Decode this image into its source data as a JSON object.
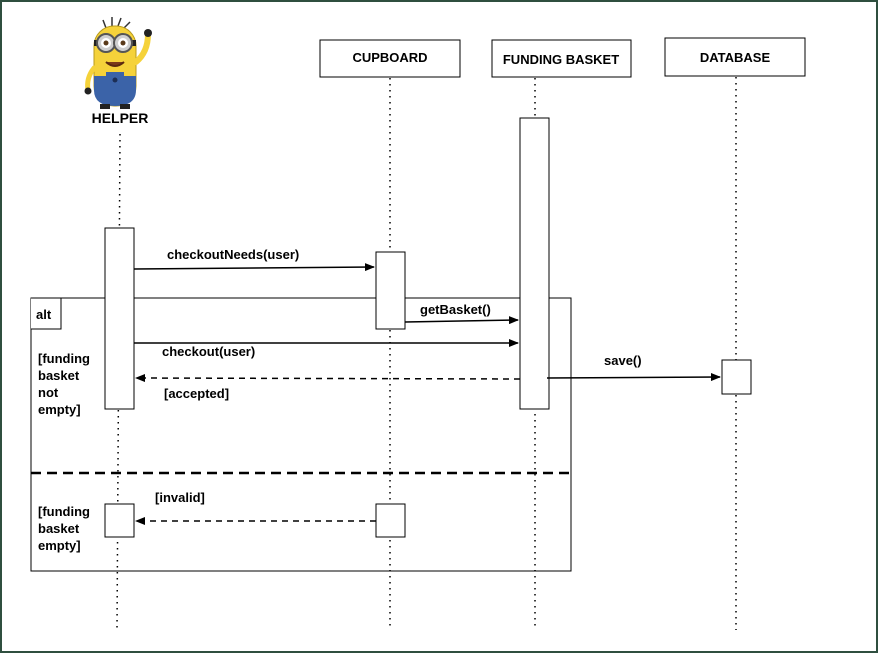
{
  "diagram": {
    "participants": {
      "helper": "HELPER",
      "cupboard": "CUPBOARD",
      "funding_basket": "FUNDING BASKET",
      "database": "DATABASE"
    },
    "fragment": {
      "operator": "alt",
      "guard1_lines": [
        "[funding",
        "basket",
        "not",
        "empty]"
      ],
      "guard2_lines": [
        "[funding",
        "basket",
        "empty]"
      ]
    },
    "messages": {
      "checkout_needs": "checkoutNeeds(user)",
      "get_basket": "getBasket()",
      "checkout": "checkout(user)",
      "save": "save()",
      "accepted": "[accepted]",
      "invalid": "[invalid]"
    },
    "colors": {
      "frame_border": "#2f4f3f",
      "minion_yellow": "#f5d23a",
      "minion_blue": "#3b63a8"
    },
    "icons": {
      "helper_actor": "minion-icon"
    }
  }
}
